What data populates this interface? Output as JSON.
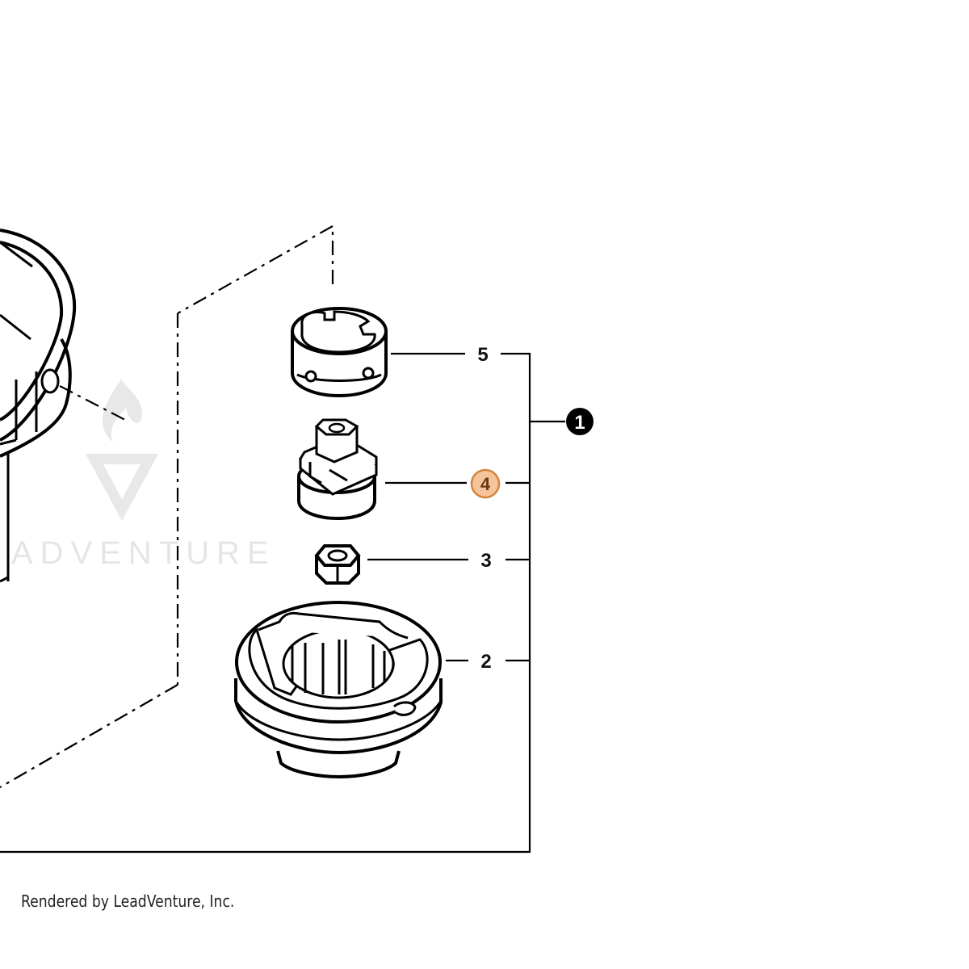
{
  "diagram": {
    "assembly_callout": "1",
    "callouts": [
      {
        "id": "5",
        "label": "5",
        "highlighted": false
      },
      {
        "id": "4",
        "label": "4",
        "highlighted": true
      },
      {
        "id": "3",
        "label": "3",
        "highlighted": false
      },
      {
        "id": "2",
        "label": "2",
        "highlighted": false
      }
    ],
    "highlight_fill": "#f6c49a",
    "highlight_stroke": "#d2843d"
  },
  "watermark": {
    "text": "ADVENTURE",
    "icon": "flame-v-logo-icon"
  },
  "footer": {
    "credit": "Rendered by LeadVenture, Inc."
  }
}
